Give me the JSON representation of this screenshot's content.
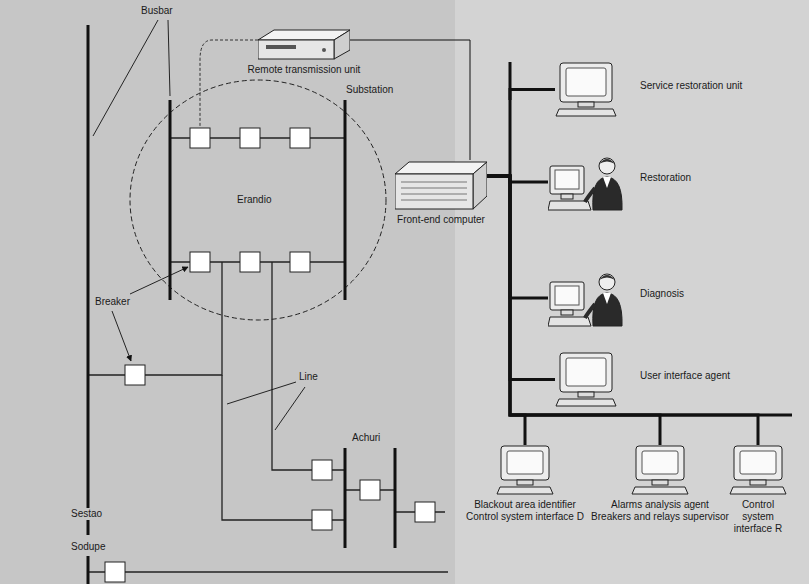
{
  "diagram": {
    "nodes": [
      {
        "text": [
          "Remote transmission unit"
        ]
      },
      {
        "text": [
          "Front-end computer"
        ]
      },
      {
        "text": [
          "Service restoration unit"
        ]
      },
      {
        "text": [
          "Restoration"
        ]
      },
      {
        "text": [
          "Diagnosis"
        ]
      },
      {
        "text": [
          "User interface agent"
        ]
      },
      {
        "text": [
          "Blackout area identifier",
          "Control system interface D"
        ]
      },
      {
        "text": [
          "Alarms analysis agent",
          "Breakers and relays supervisor"
        ]
      },
      {
        "text": [
          "Control system interface R"
        ]
      }
    ],
    "edges": [
      {
        "from": 0,
        "to": 1,
        "arrow": "none"
      },
      {
        "from": 1,
        "to": 2,
        "arrow": "none"
      },
      {
        "from": 1,
        "to": 3,
        "arrow": "none"
      },
      {
        "from": 1,
        "to": 4,
        "arrow": "none"
      },
      {
        "from": 1,
        "to": 5,
        "arrow": "none"
      },
      {
        "from": 1,
        "to": 6,
        "arrow": "none"
      },
      {
        "from": 1,
        "to": 7,
        "arrow": "none"
      },
      {
        "from": 1,
        "to": 8,
        "arrow": "none"
      }
    ],
    "labels": [
      "Busbar",
      "Substation",
      "Erandio",
      "Breaker",
      "Line",
      "Achuri",
      "Sestao",
      "Sodupe"
    ]
  }
}
